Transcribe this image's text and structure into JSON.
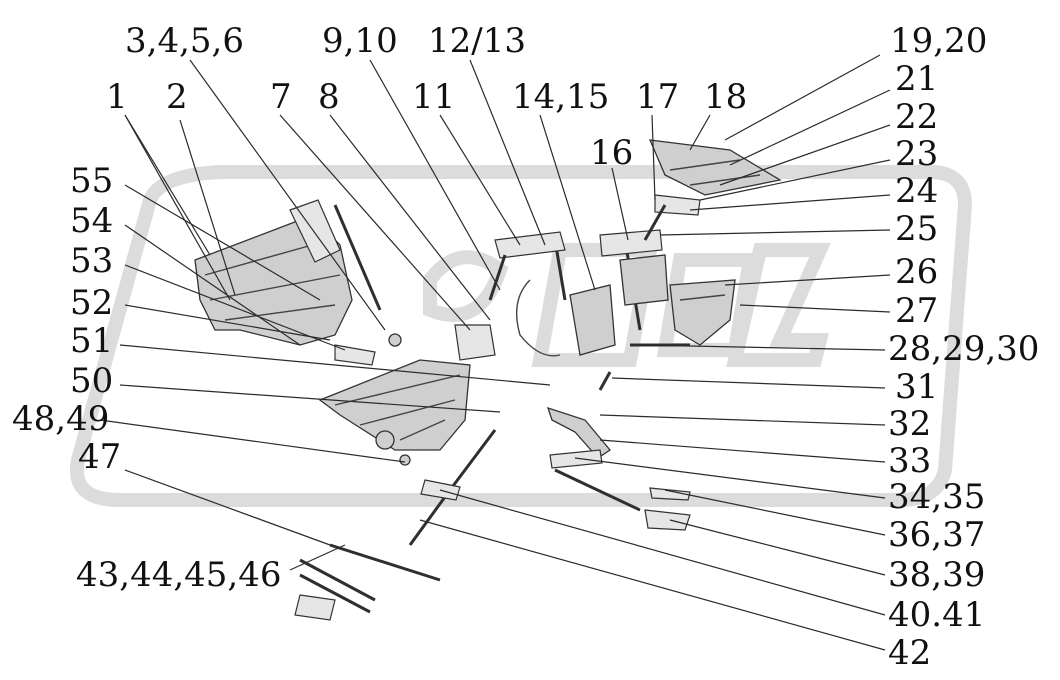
{
  "labels": [
    {
      "id": "1",
      "text": "1"
    },
    {
      "id": "2",
      "text": "2"
    },
    {
      "id": "3",
      "text": "3,4,5,6"
    },
    {
      "id": "7",
      "text": "7"
    },
    {
      "id": "8",
      "text": "8"
    },
    {
      "id": "9",
      "text": "9,10"
    },
    {
      "id": "11",
      "text": "11"
    },
    {
      "id": "12",
      "text": "12/13"
    },
    {
      "id": "14",
      "text": "14,15"
    },
    {
      "id": "16",
      "text": "16"
    },
    {
      "id": "17",
      "text": "17"
    },
    {
      "id": "18",
      "text": "18"
    },
    {
      "id": "19",
      "text": "19,20"
    },
    {
      "id": "21",
      "text": "21"
    },
    {
      "id": "22",
      "text": "22"
    },
    {
      "id": "23",
      "text": "23"
    },
    {
      "id": "24",
      "text": "24"
    },
    {
      "id": "25",
      "text": "25"
    },
    {
      "id": "26",
      "text": "26"
    },
    {
      "id": "27",
      "text": "27"
    },
    {
      "id": "28",
      "text": "28,29,30"
    },
    {
      "id": "31",
      "text": "31"
    },
    {
      "id": "32",
      "text": "32"
    },
    {
      "id": "33",
      "text": "33"
    },
    {
      "id": "34",
      "text": "34,35"
    },
    {
      "id": "36",
      "text": "36,37"
    },
    {
      "id": "38",
      "text": "38,39"
    },
    {
      "id": "40",
      "text": "40.41"
    },
    {
      "id": "42",
      "text": "42"
    },
    {
      "id": "43",
      "text": "43,44,45,46"
    },
    {
      "id": "47",
      "text": "47"
    },
    {
      "id": "48",
      "text": "48,49"
    },
    {
      "id": "50",
      "text": "50"
    },
    {
      "id": "51",
      "text": "51"
    },
    {
      "id": "52",
      "text": "52"
    },
    {
      "id": "53",
      "text": "53"
    },
    {
      "id": "54",
      "text": "54"
    },
    {
      "id": "55",
      "text": "55"
    }
  ]
}
